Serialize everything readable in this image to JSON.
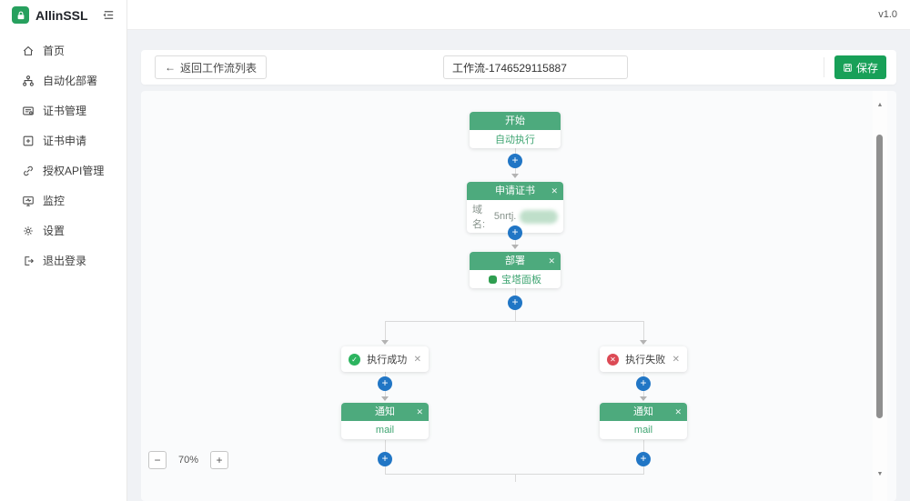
{
  "app": {
    "name": "AllinSSL",
    "version": "v1.0"
  },
  "icons": {
    "back_arrow": "←",
    "close": "✕",
    "plus": "+",
    "minus": "−",
    "check": "✓",
    "cross": "✕",
    "scroll_up": "▲",
    "scroll_down": "▼"
  },
  "sidebar": {
    "items": [
      {
        "label": "首页",
        "icon": "home-icon"
      },
      {
        "label": "自动化部署",
        "icon": "deploy-workflow-icon"
      },
      {
        "label": "证书管理",
        "icon": "certificate-manage-icon"
      },
      {
        "label": "证书申请",
        "icon": "certificate-apply-icon"
      },
      {
        "label": "授权API管理",
        "icon": "api-link-icon"
      },
      {
        "label": "监控",
        "icon": "monitor-icon"
      },
      {
        "label": "设置",
        "icon": "gear-icon"
      },
      {
        "label": "退出登录",
        "icon": "logout-icon"
      }
    ]
  },
  "toolbar": {
    "back_label": "返回工作流列表",
    "workflow_name": "工作流-1746529115887",
    "save_label": "保存"
  },
  "canvas": {
    "zoom_level": "70%",
    "nodes": {
      "start": {
        "title": "开始",
        "body": "自动执行"
      },
      "apply": {
        "title": "申请证书",
        "domain_label": "域名:",
        "domain_value": "5nrtj."
      },
      "deploy": {
        "title": "部署",
        "body": "宝塔面板"
      },
      "branch_success": {
        "label": "执行成功"
      },
      "branch_fail": {
        "label": "执行失败"
      },
      "notify_success": {
        "title": "通知",
        "body": "mail"
      },
      "notify_fail": {
        "title": "通知",
        "body": "mail"
      }
    }
  },
  "colors": {
    "primary_green": "#18a058",
    "node_header_green": "#4daa7d",
    "plus_blue": "#2176c5",
    "success_green": "#2cb45f",
    "error_red": "#dc4a55",
    "connector_gray": "#d9d9d9"
  }
}
